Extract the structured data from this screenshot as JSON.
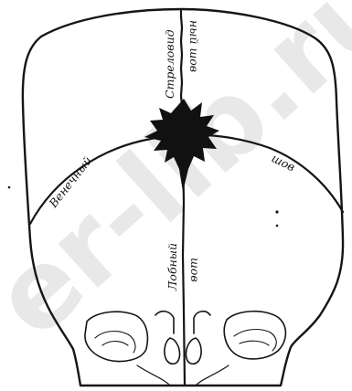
{
  "watermark": "er-lib.ru",
  "labels": {
    "sagittal_top": "Стреловид",
    "sagittal_bottom": "ный шов",
    "coronal_left": "Венечный",
    "coronal_right": "шов",
    "frontal_left": "Лобный",
    "frontal_right": "шов"
  }
}
